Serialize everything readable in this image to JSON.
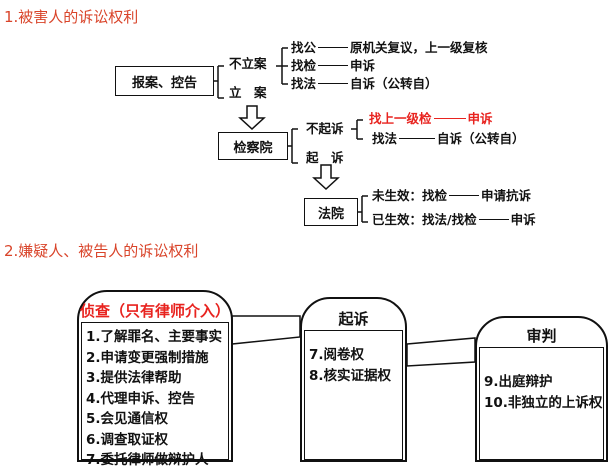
{
  "section1": {
    "title": "1.被害人的诉讼权利",
    "box_report": "报案、控告",
    "branch_no_case": "不立案",
    "branch_case": "立　案",
    "no_case_items": [
      {
        "label": "找公",
        "target": "原机关复议，上一级复核"
      },
      {
        "label": "找检",
        "target": "申诉"
      },
      {
        "label": "找法",
        "target": "自诉（公转自）"
      }
    ],
    "box_procuratorate": "检察院",
    "branch_no_prosecute": "不起诉",
    "branch_prosecute": "起　诉",
    "no_prosecute_items": [
      {
        "label": "找上一级检",
        "target": "申诉"
      },
      {
        "label": "找法",
        "target": "自诉（公转自）"
      }
    ],
    "box_court": "法院",
    "court_items": [
      {
        "label": "未生效：找检",
        "target": "申请抗诉"
      },
      {
        "label": "已生效：找法/找检",
        "target": "申诉"
      }
    ]
  },
  "section2": {
    "title": "2.嫌疑人、被告人的诉讼权利",
    "stages": [
      {
        "title": "侦查（只有律师介入）",
        "items": [
          "1.了解罪名、主要事实",
          "2.申请变更强制措施",
          "3.提供法律帮助",
          "4.代理申诉、控告",
          "5.会见通信权",
          "6.调查取证权",
          "7.委托律师做辩护人"
        ]
      },
      {
        "title": "起诉",
        "items": [
          "7.阅卷权",
          "8.核实证据权"
        ]
      },
      {
        "title": "审判",
        "items": [
          "9.出庭辩护",
          "10.非独立的上诉权"
        ]
      }
    ]
  },
  "colors": {
    "title_red": "#d9442a",
    "highlight_red": "#e8231f",
    "line": "#111111"
  }
}
